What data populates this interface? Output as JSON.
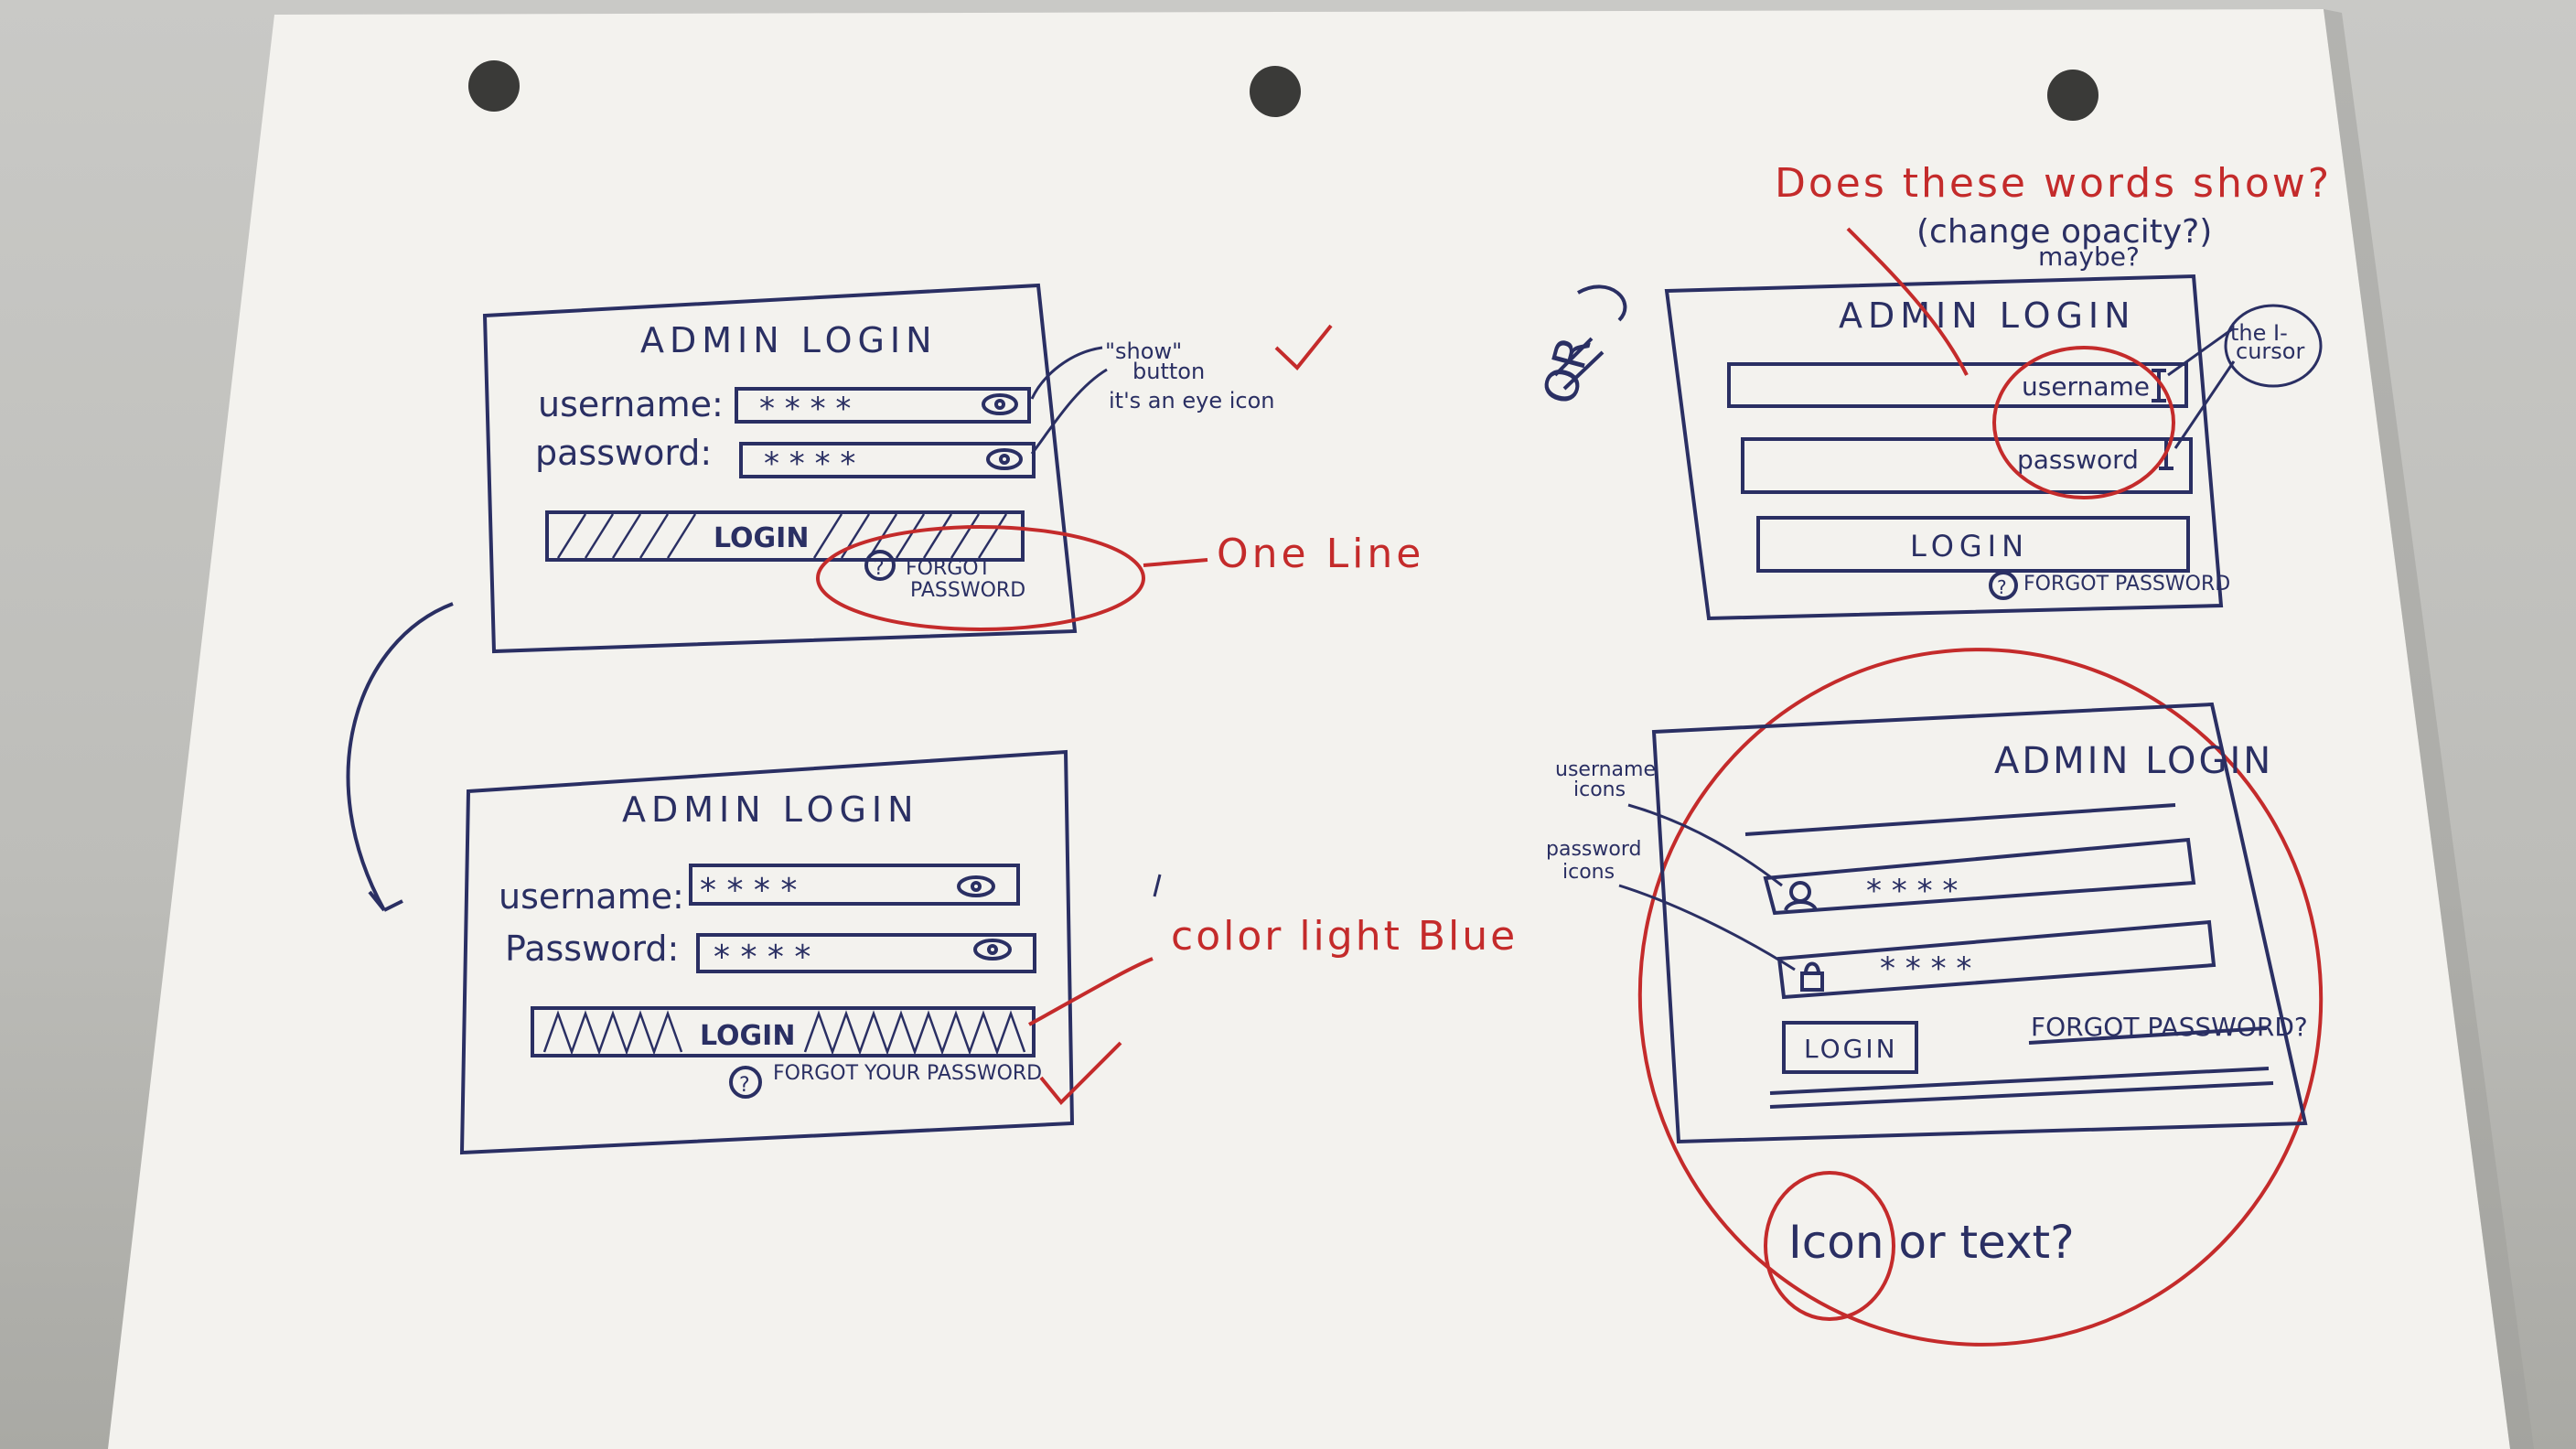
{
  "sketch_top_left": {
    "title": "ADMIN LOGIN",
    "username_label": "username:",
    "password_label": "password:",
    "username_value": "* * * *",
    "password_value": "* * * *",
    "login_label": "LOGIN",
    "forgot_label_line1": "FORGOT",
    "forgot_label_line2": "PASSWORD"
  },
  "sketch_bottom_left": {
    "title": "ADMIN LOGIN",
    "username_label": "username:",
    "password_label": "Password:",
    "username_value": "* * * *",
    "password_value": "* * * *",
    "login_label": "LOGIN",
    "forgot_label": "FORGOT YOUR PASSWORD"
  },
  "sketch_top_right": {
    "title": "ADMIN LOGIN",
    "username_placeholder": "username",
    "password_placeholder": "password",
    "login_label": "LOGIN",
    "forgot_label": "FORGOT PASSWORD"
  },
  "sketch_bottom_right": {
    "title": "ADMIN LOGIN",
    "username_value": "* * * *",
    "password_value": "* * * *",
    "login_label": "LOGIN",
    "forgot_label": "FORGOT PASSWORD?"
  },
  "annotations": {
    "show_button_line1": "\"show\"",
    "show_button_line2": "button",
    "show_button_line3": "it's an eye icon",
    "one_line": "One Line",
    "color_light_blue": "color light Blue",
    "or": "OR",
    "question_words_show": "Does these words show?",
    "change_opacity": "(change opacity?)",
    "maybe": "maybe?",
    "cursor_line1": "the I-",
    "cursor_line2": "cursor",
    "username_icons_line1": "username",
    "username_icons_line2": "icons",
    "password_icons_line1": "password",
    "password_icons_line2": "icons",
    "icon_or_text": "Icon or text?"
  },
  "colors": {
    "ink_blue": "#2a2f63",
    "ink_red": "#c42b2b",
    "paper": "#f3f2ee"
  }
}
